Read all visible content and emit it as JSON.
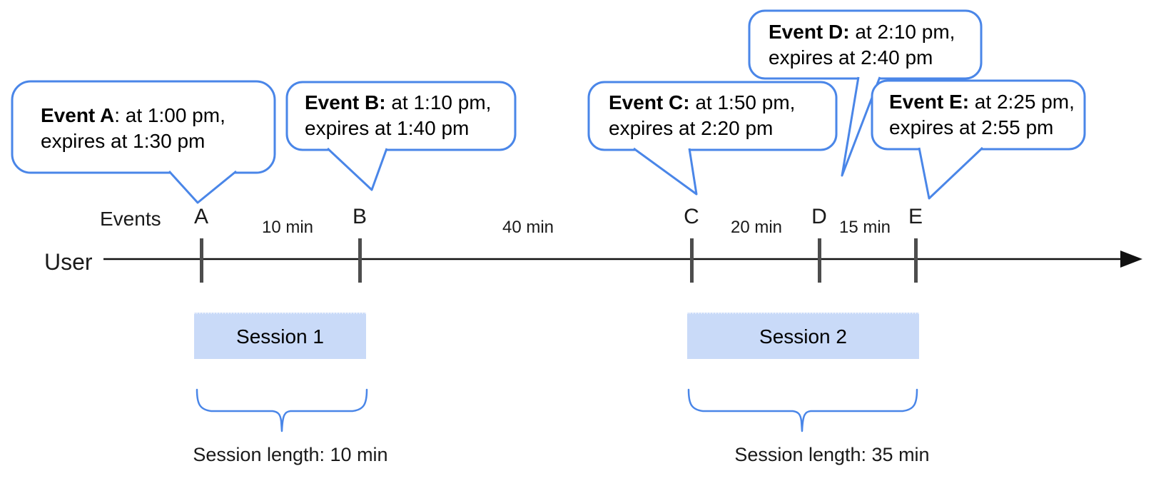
{
  "diagram": {
    "axis": {
      "events_label": "Events",
      "user_label": "User"
    },
    "callouts": [
      {
        "event": "A",
        "bold": "Event A",
        "rest": ": at 1:00 pm,",
        "line2": "expires at 1:30 pm"
      },
      {
        "event": "B",
        "bold": "Event B:",
        "rest": " at 1:10 pm,",
        "line2": "expires at 1:40 pm"
      },
      {
        "event": "C",
        "bold": "Event C:",
        "rest": " at 1:50 pm,",
        "line2": "expires at 2:20 pm"
      },
      {
        "event": "D",
        "bold": "Event D:",
        "rest": " at 2:10 pm,",
        "line2": "expires at 2:40 pm"
      },
      {
        "event": "E",
        "bold": "Event E:",
        "rest": " at 2:25 pm,",
        "line2": "expires at 2:55 pm"
      }
    ],
    "tick_labels": [
      "A",
      "B",
      "C",
      "D",
      "E"
    ],
    "interval_labels": [
      "10 min",
      "40 min",
      "20 min",
      "15 min"
    ],
    "sessions": [
      {
        "label": "Session 1",
        "length": "Session length: 10 min"
      },
      {
        "label": "Session 2",
        "length": "Session length: 35 min"
      }
    ],
    "colors": {
      "accent_blue": "#4a86e8",
      "session_fill": "#c9daf8",
      "tick_gray": "#4d4d4d",
      "line_black": "#111111"
    }
  }
}
